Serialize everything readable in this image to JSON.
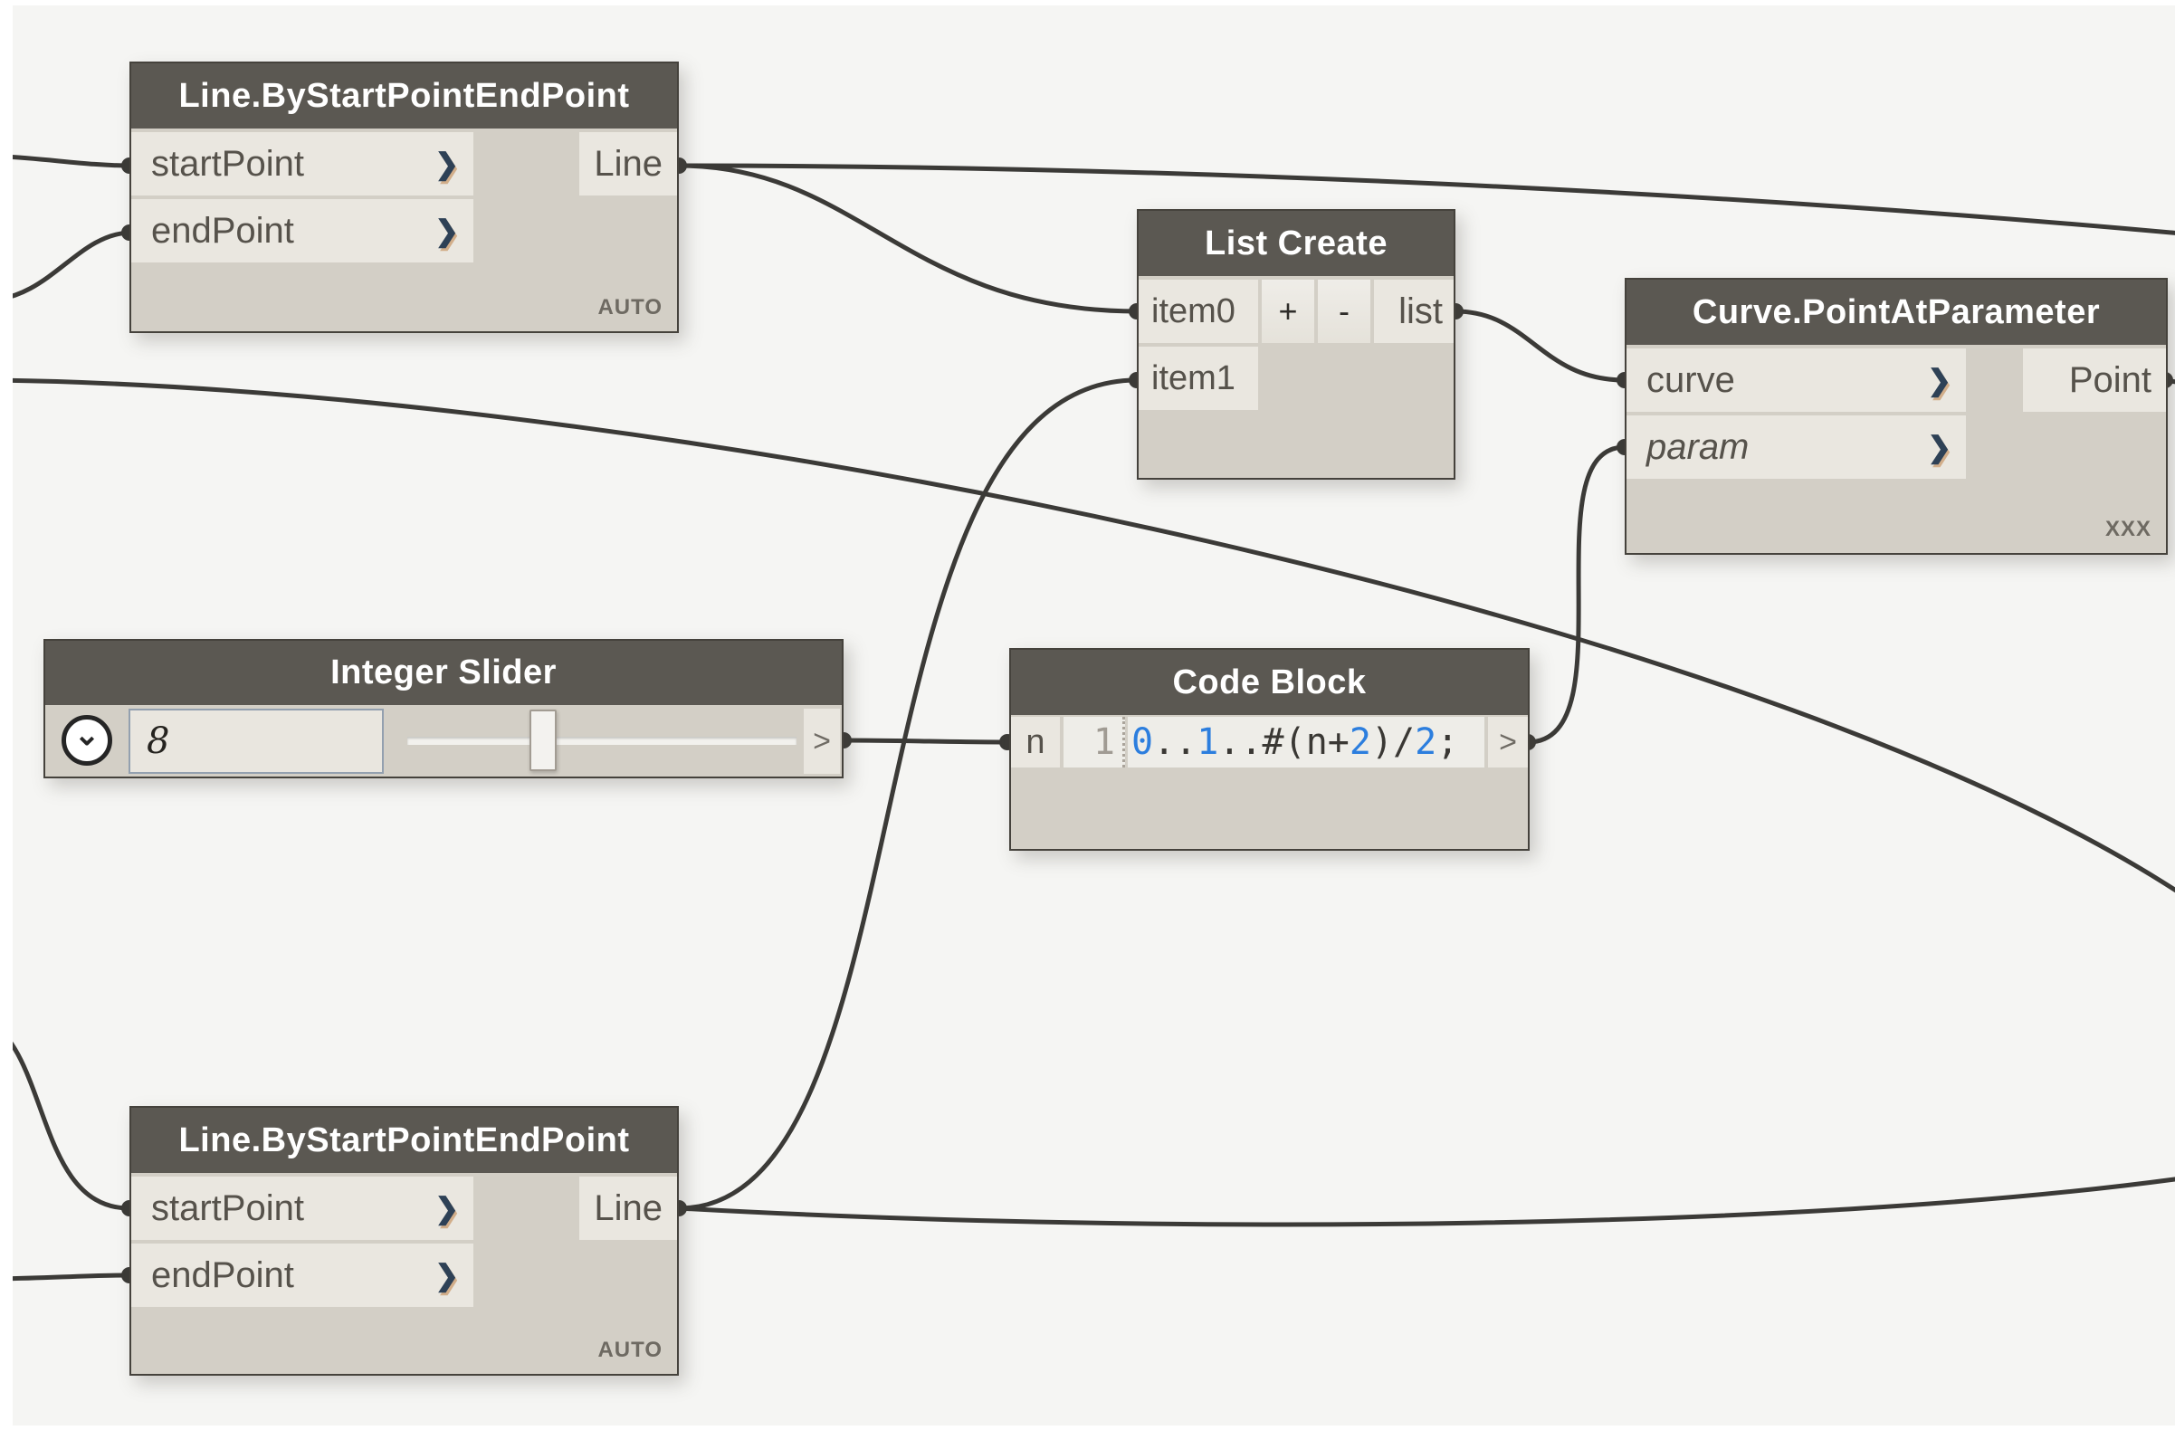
{
  "app": {
    "description": "Dynamo visual programming workspace"
  },
  "icons": {
    "chevron_right": "❯",
    "chevron_down": "⌄"
  },
  "nodes": {
    "line_top": {
      "title": "Line.ByStartPointEndPoint",
      "input1": "startPoint",
      "input2": "endPoint",
      "output": "Line",
      "lacing": "AUTO"
    },
    "list_create": {
      "title": "List Create",
      "input1": "item0",
      "input2": "item1",
      "add": "+",
      "remove": "-",
      "output": "list"
    },
    "curve_point": {
      "title": "Curve.PointAtParameter",
      "input1": "curve",
      "input2": "param",
      "output": "Point",
      "lacing": "XXX"
    },
    "integer_slider": {
      "title": "Integer Slider",
      "value": "8",
      "output": ">"
    },
    "code_block": {
      "title": "Code Block",
      "input": "n",
      "line_number": "1",
      "code": "0..1..#(n+2)/2;",
      "tokens": [
        "0",
        "..",
        "1",
        "..",
        "#(n+",
        "2",
        ")/",
        "2",
        ";"
      ],
      "output": ">"
    },
    "line_bottom": {
      "title": "Line.ByStartPointEndPoint",
      "input1": "startPoint",
      "input2": "endPoint",
      "output": "Line",
      "lacing": "AUTO"
    }
  },
  "wires": [
    {
      "from": "offscreen-left",
      "to": "line_top.startPoint"
    },
    {
      "from": "offscreen-left",
      "to": "line_top.endPoint"
    },
    {
      "from": "line_top.Line",
      "to": "list_create.item0"
    },
    {
      "from": "line_top.Line",
      "to": "offscreen-right"
    },
    {
      "from": "line_bottom.Line",
      "to": "list_create.item1"
    },
    {
      "from": "line_bottom.Line",
      "to": "offscreen-right"
    },
    {
      "from": "offscreen-left",
      "to": "line_bottom.startPoint"
    },
    {
      "from": "offscreen-left",
      "to": "line_bottom.endPoint"
    },
    {
      "from": "list_create.list",
      "to": "curve_point.curve"
    },
    {
      "from": "integer_slider.output",
      "to": "code_block.n"
    },
    {
      "from": "code_block.output",
      "to": "curve_point.param"
    },
    {
      "from": "curve_point.Point",
      "to": "offscreen-right"
    },
    {
      "from": "offscreen-left",
      "to": "offscreen-right"
    }
  ],
  "colors": {
    "workspace": "#f5f5f3",
    "node_header": "#5b5852",
    "node_body": "#d3cfc6",
    "port_row": "#eae7e0",
    "wire": "#3b3a37",
    "code_number": "#2c7ede",
    "default_chevron": "#2e4156"
  }
}
